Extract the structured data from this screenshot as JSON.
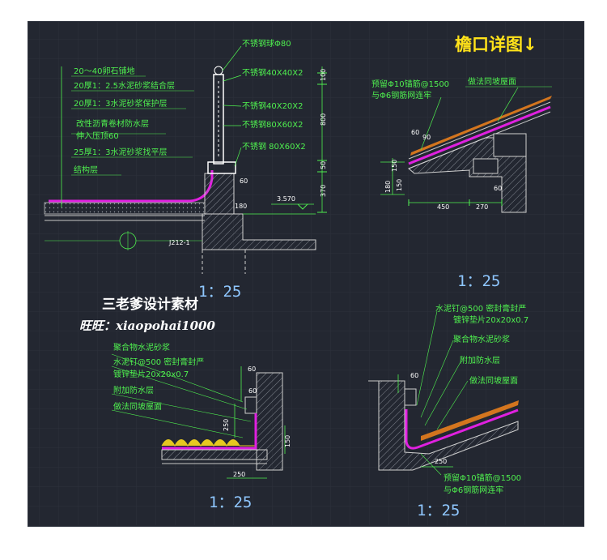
{
  "title": "檐口详图↓",
  "watermark": {
    "line1": "三老爹设计素材",
    "line2": "旺旺：xiaopohai1000"
  },
  "colors": {
    "background": "#232731",
    "label_green": "#4ff04f",
    "dim_white": "#ffffff",
    "waterproof_magenta": "#e020e0",
    "scale_blue": "#8fc7ff",
    "title_yellow": "#ffe21a"
  },
  "detail1": {
    "labels": [
      "20～40卵石铺地",
      "20厚1：2.5水泥砂浆结合层",
      "20厚1：3水泥砂浆保护层",
      "改性沥青卷材防水层",
      "伸入压顶60",
      "25厚1：3水泥砂浆找平层",
      "结构层"
    ],
    "rail_labels": [
      "不锈钢球Φ80",
      "不锈钢40X40X2",
      "不锈钢40X20X2",
      "不锈钢80X60X2",
      "不锈钢 80X60X2"
    ],
    "dims": [
      "100",
      "800",
      "50",
      "370",
      "60",
      "180"
    ],
    "elevation": "3.570",
    "axis": "J212-1",
    "scale": "1：25"
  },
  "detail2": {
    "labels": [
      "预留Φ10锚筋@1500",
      "与Φ6钢筋网连牢",
      "做法同坡屋面"
    ],
    "dims": [
      "60",
      "90",
      "150",
      "180",
      "150",
      "450",
      "270",
      "60"
    ],
    "scale": "1：25"
  },
  "detail3": {
    "labels": [
      "聚合物水泥砂浆",
      "水泥钉@500 密封膏封严",
      "镀锌垫片20x20x0.7",
      "附加防水层",
      "做法同坡屋面"
    ],
    "dims": [
      "60",
      "60",
      "250",
      "150",
      "250"
    ],
    "scale": "1：25"
  },
  "detail4": {
    "labels": [
      "水泥钉@500 密封膏封严",
      "镀锌垫片20x20x0.7",
      "聚合物水泥砂浆",
      "附加防水层",
      "做法同坡屋面",
      "预留Φ10锚筋@1500",
      "与Φ6钢筋网连牢"
    ],
    "dims": [
      "60",
      "250"
    ],
    "scale": "1：25"
  }
}
